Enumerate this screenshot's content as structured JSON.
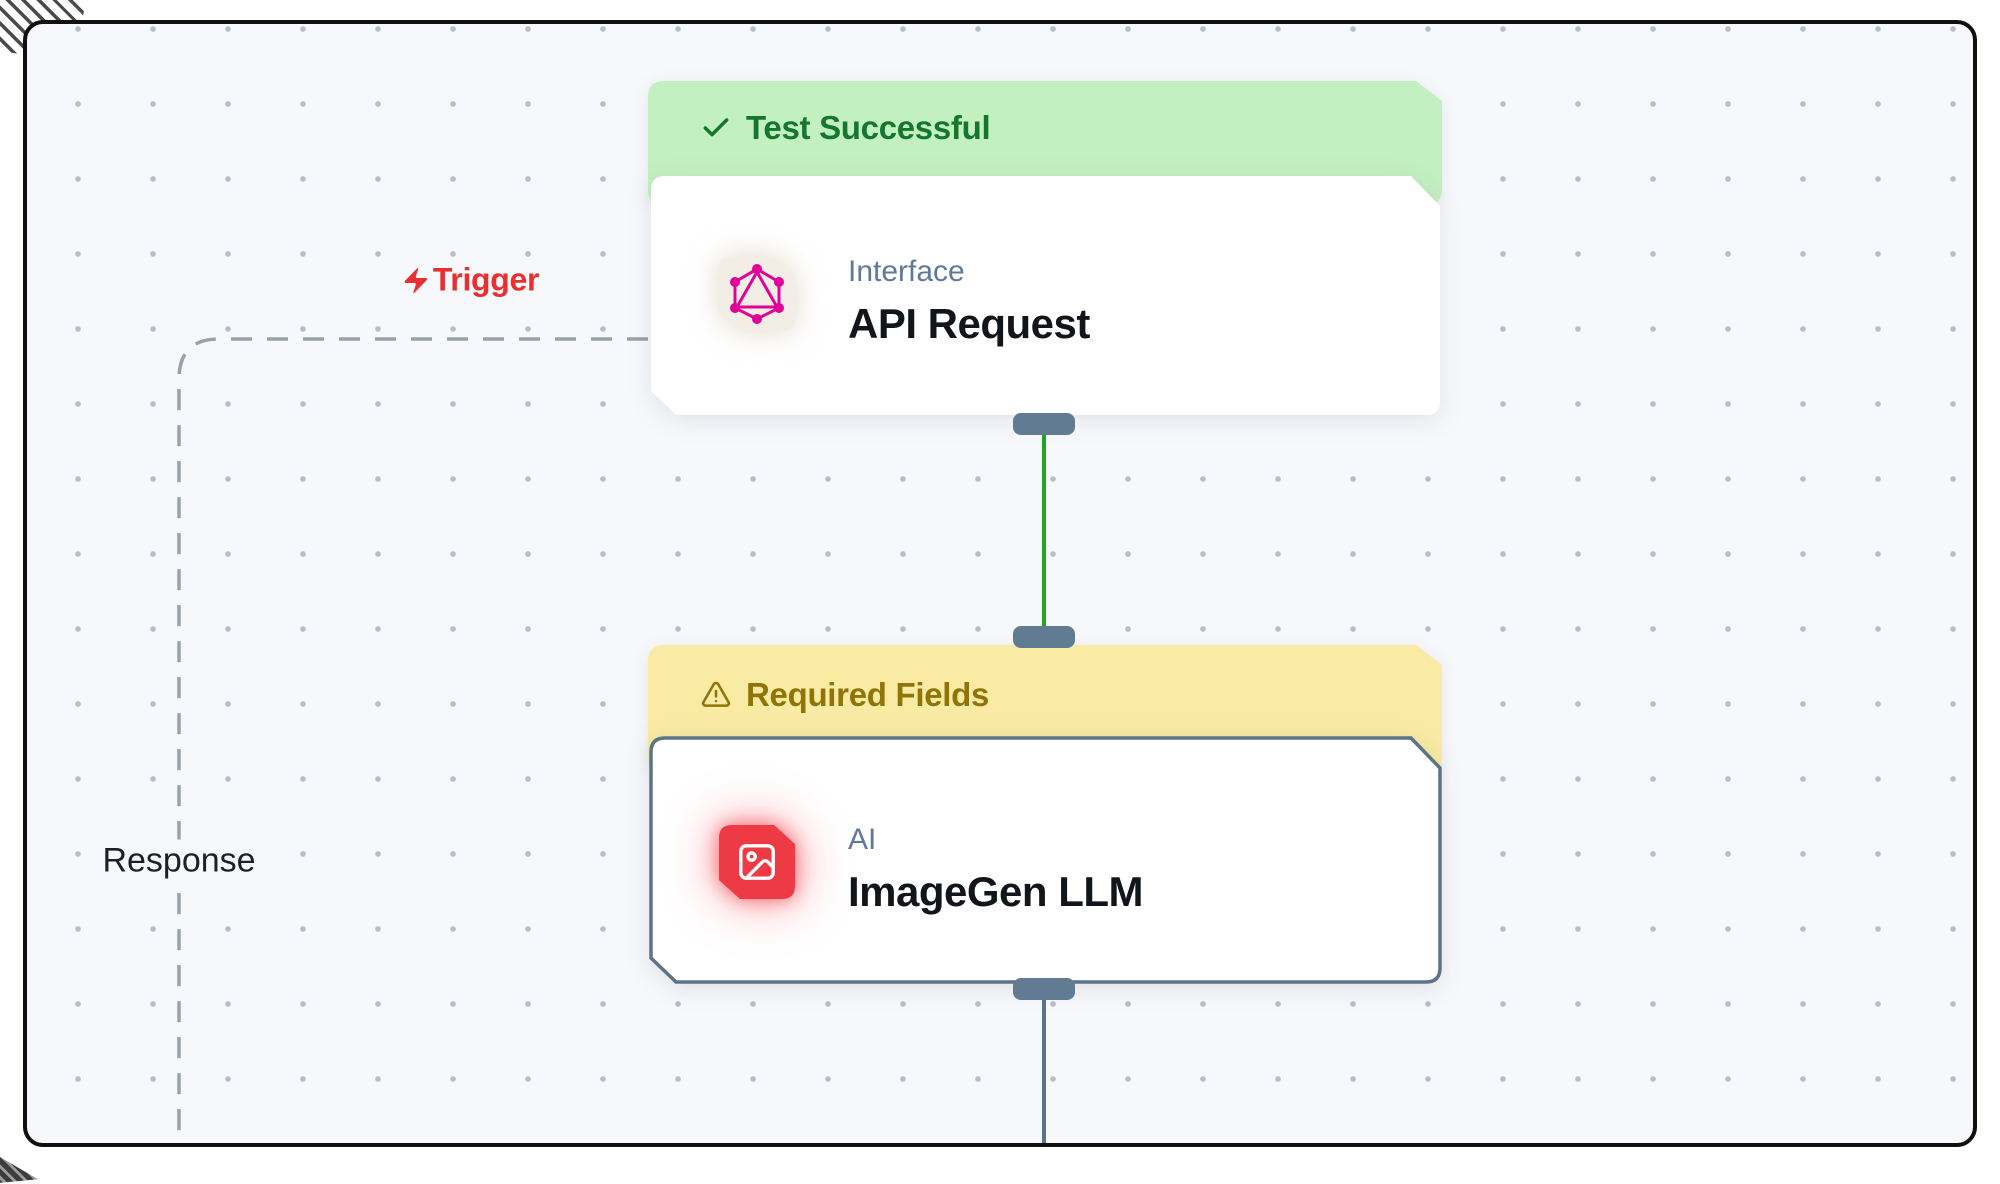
{
  "canvas": {
    "type_label": "workflow-canvas"
  },
  "colors": {
    "canvas_bg": "#f7f8fb",
    "dot": "#b9bec6",
    "frame_border": "#101010",
    "page_bg": "#ffffff",
    "success_bg": "#c3f0c1",
    "success_text": "#15772d",
    "warning_bg": "#f9eba3",
    "warning_text": "#8f7408",
    "node_bg": "#ffffff",
    "node_border": "#5c7389",
    "port": "#617b92",
    "edge_green": "#21a621",
    "edge_slate": "#5c7389",
    "edge_dashed": "#9ba1a8",
    "title": "#12161b",
    "subtitle": "#60799a",
    "icon_red": "#ee3a44",
    "icon_beige": "#f2eee6",
    "graphql_pink": "#e10098",
    "trigger_red": "#e92f2f",
    "response_text": "#1c2127"
  },
  "nodes": [
    {
      "status": {
        "label": "Test Successful",
        "state": "success",
        "icon": "check-icon"
      },
      "category": "Interface",
      "title": "API Request",
      "icon": "graphql-icon"
    },
    {
      "status": {
        "label": "Required Fields",
        "state": "warning",
        "icon": "warning-icon"
      },
      "category": "AI",
      "title": "ImageGen LLM",
      "icon": "image-icon",
      "selected": true
    }
  ],
  "edge_labels": {
    "trigger": "Trigger",
    "response": "Response"
  }
}
